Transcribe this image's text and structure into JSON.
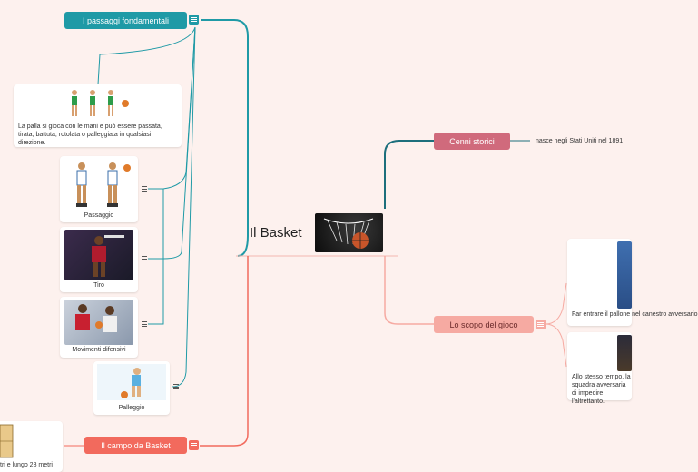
{
  "central": {
    "title": "Il Basket",
    "image_icon": "basketball-hoop-photo"
  },
  "branches": {
    "passaggi": {
      "label": "I passaggi fondamentali",
      "intro_text": "La palla si gioca con le mani e può essere passata, tirata, battuta, rotolata o palleggiata in qualsiasi direzione.",
      "items": [
        {
          "caption": "Passaggio",
          "image_icon": "players-passing-drawing"
        },
        {
          "caption": "Tiro",
          "image_icon": "player-dunk-photo"
        },
        {
          "caption": "Movimenti difensivi",
          "image_icon": "defense-photo"
        },
        {
          "caption": "Palleggio",
          "image_icon": "player-dribbling-drawing"
        }
      ]
    },
    "cenni": {
      "label": "Cenni storici",
      "note": "nasce negli Stati Uniti nel 1891"
    },
    "scopo": {
      "label": "Lo scopo del gioco",
      "item1": "Far entrare il pallone nel canestro avversario",
      "item2": "Allo stesso tempo, la squadra avversaria di impedire l'altrettanto."
    },
    "campo": {
      "label": "Il campo da Basket",
      "note": "tri e lungo 28 metri"
    }
  },
  "colors": {
    "teal": "#1f9aa6",
    "rose": "#d06a7c",
    "pink": "#f6aaa2",
    "red": "#f26a5d",
    "bg": "#fdf1ee"
  }
}
